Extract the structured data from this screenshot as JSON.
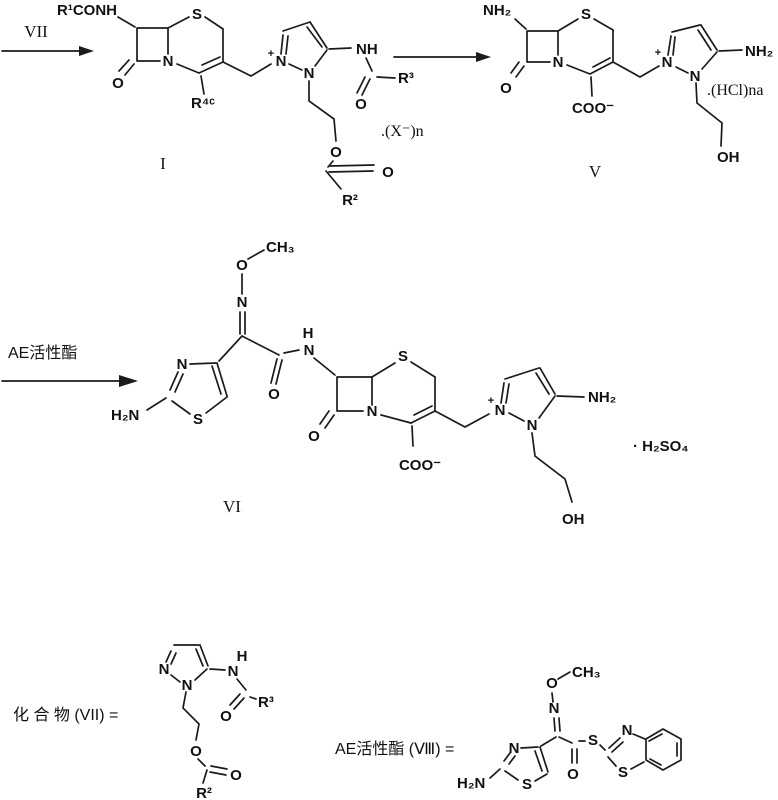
{
  "labels": {
    "reagent_vii": "VII",
    "reagent_ae": "AE活性酯",
    "compound_i": "I",
    "compound_v": "V",
    "compound_vi": "VI",
    "caption_vii": "化 合 物 (VII) =",
    "caption_viii": "AE活性酯 (Ⅷ) =",
    "r1conh": "R¹CONH",
    "r4c": "R⁴ᶜ",
    "r3": "R³",
    "r2": "R²",
    "xn": ".(X⁻)n",
    "hcln": ".(HCl)na",
    "h2so4": "· H₂SO₄",
    "s": "S",
    "n": "N",
    "o": "O",
    "h": "H",
    "nh": "NH",
    "nh2": "NH₂",
    "h2n": "H₂N",
    "oh": "OH",
    "coo": "COO⁻",
    "ch3": "CH₃",
    "plus": "+"
  }
}
